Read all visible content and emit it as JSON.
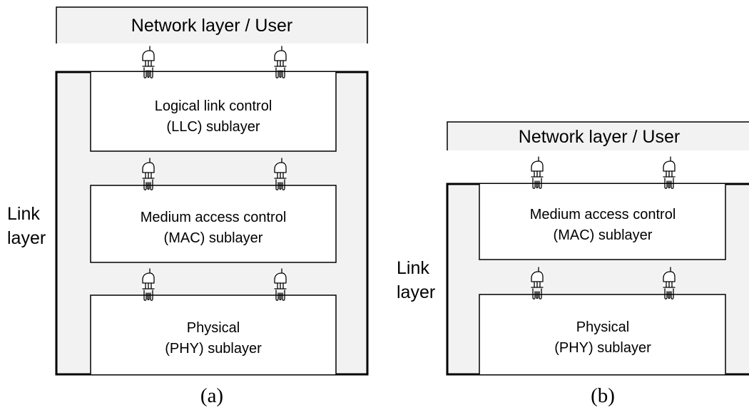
{
  "diagram_a": {
    "caption": "(a)",
    "side_label": [
      "Link",
      "layer"
    ],
    "top_box": "Network layer / User",
    "layers": [
      [
        "Logical link control",
        "(LLC) sublayer"
      ],
      [
        "Medium access control",
        "(MAC) sublayer"
      ],
      [
        "Physical",
        "(PHY) sublayer"
      ]
    ]
  },
  "diagram_b": {
    "caption": "(b)",
    "side_label": [
      "Link",
      "layer"
    ],
    "top_box": "Network layer / User",
    "layers": [
      [
        "Medium access control",
        "(MAC) sublayer"
      ],
      [
        "Physical",
        "(PHY) sublayer"
      ]
    ]
  },
  "colors": {
    "frame_fill": "#f2f2f2",
    "box_fill": "#ffffff",
    "stroke": "#000000"
  },
  "icons": {
    "connector": "plug-socket-connector-icon"
  }
}
